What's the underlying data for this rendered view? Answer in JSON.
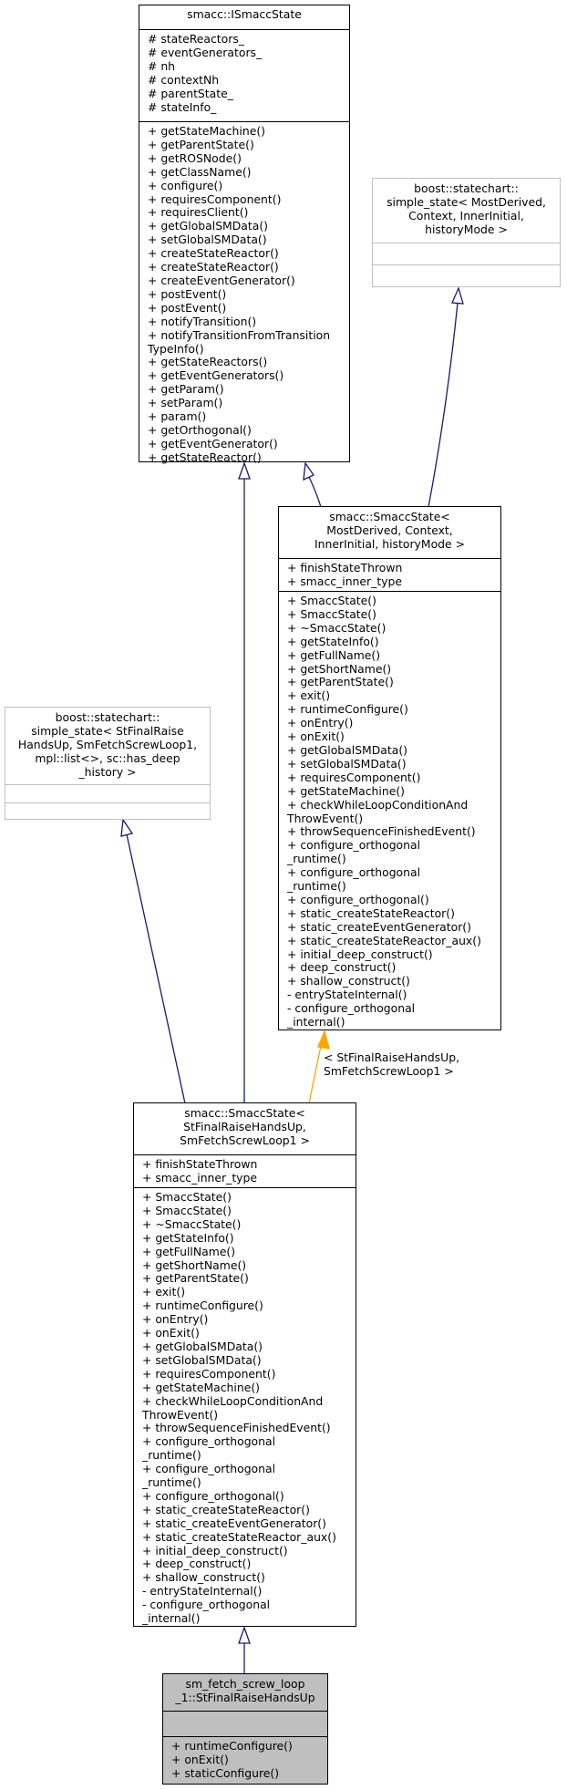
{
  "colors": {
    "inherit_edge": "#191970",
    "template_edge": "#ffa500",
    "focus_fill": "#bfbfbf",
    "external_border": "#bfbfbf"
  },
  "nodes": {
    "ismacc_state": {
      "title": [
        "smacc::ISmaccState"
      ],
      "attributes": [
        "# stateReactors_",
        "# eventGenerators_",
        "# nh",
        "# contextNh",
        "# parentState_",
        "# stateInfo_"
      ],
      "methods": [
        "+ getStateMachine()",
        "+ getParentState()",
        "+ getROSNode()",
        "+ getClassName()",
        "+ configure()",
        "+ requiresComponent()",
        "+ requiresClient()",
        "+ getGlobalSMData()",
        "+ setGlobalSMData()",
        "+ createStateReactor()",
        "+ createStateReactor()",
        "+ createEventGenerator()",
        "+ postEvent()",
        "+ postEvent()",
        "+ notifyTransition()",
        "+ notifyTransitionFromTransition",
        "TypeInfo()",
        "+ getStateReactors()",
        "+ getEventGenerators()",
        "+ getParam()",
        "+ setParam()",
        "+ param()",
        "+ getOrthogonal()",
        "+ getEventGenerator()",
        "+ getStateReactor()"
      ]
    },
    "boost_simple_state_generic": {
      "title": [
        "boost::statechart::",
        "simple_state< MostDerived,",
        "Context, InnerInitial,",
        "historyMode >"
      ]
    },
    "smacc_state_generic": {
      "title": [
        "smacc::SmaccState<",
        "MostDerived, Context,",
        "InnerInitial, historyMode >"
      ],
      "attributes": [
        "+ finishStateThrown",
        "+ smacc_inner_type"
      ],
      "methods": [
        "+ SmaccState()",
        "+ SmaccState()",
        "+ ~SmaccState()",
        "+ getStateInfo()",
        "+ getFullName()",
        "+ getShortName()",
        "+ getParentState()",
        "+ exit()",
        "+ runtimeConfigure()",
        "+ onEntry()",
        "+ onExit()",
        "+ getGlobalSMData()",
        "+ setGlobalSMData()",
        "+ requiresComponent()",
        "+ getStateMachine()",
        "+ checkWhileLoopConditionAnd",
        "ThrowEvent()",
        "+ throwSequenceFinishedEvent()",
        "+ configure_orthogonal",
        "_runtime()",
        "+ configure_orthogonal",
        "_runtime()",
        "+ configure_orthogonal()",
        "+ static_createStateReactor()",
        "+ static_createEventGenerator()",
        "+ static_createStateReactor_aux()",
        "+ initial_deep_construct()",
        "+ deep_construct()",
        "+ shallow_construct()",
        "- entryStateInternal()",
        "- configure_orthogonal",
        "_internal()"
      ]
    },
    "boost_simple_state_specific": {
      "title": [
        "boost::statechart::",
        "simple_state< StFinalRaise",
        "HandsUp, SmFetchScrewLoop1,",
        "mpl::list<>, sc::has_deep",
        "_history >"
      ]
    },
    "smacc_state_specific": {
      "title": [
        "smacc::SmaccState<",
        "StFinalRaiseHandsUp,",
        "SmFetchScrewLoop1 >"
      ],
      "attributes": [
        "+ finishStateThrown",
        "+ smacc_inner_type"
      ],
      "methods": [
        "+ SmaccState()",
        "+ SmaccState()",
        "+ ~SmaccState()",
        "+ getStateInfo()",
        "+ getFullName()",
        "+ getShortName()",
        "+ getParentState()",
        "+ exit()",
        "+ runtimeConfigure()",
        "+ onEntry()",
        "+ onExit()",
        "+ getGlobalSMData()",
        "+ setGlobalSMData()",
        "+ requiresComponent()",
        "+ getStateMachine()",
        "+ checkWhileLoopConditionAnd",
        "ThrowEvent()",
        "+ throwSequenceFinishedEvent()",
        "+ configure_orthogonal",
        "_runtime()",
        "+ configure_orthogonal",
        "_runtime()",
        "+ configure_orthogonal()",
        "+ static_createStateReactor()",
        "+ static_createEventGenerator()",
        "+ static_createStateReactor_aux()",
        "+ initial_deep_construct()",
        "+ deep_construct()",
        "+ shallow_construct()",
        "- entryStateInternal()",
        "- configure_orthogonal",
        "_internal()"
      ]
    },
    "st_final_raise_hands_up": {
      "title": [
        "sm_fetch_screw_loop",
        "_1::StFinalRaiseHandsUp"
      ],
      "methods": [
        "+ runtimeConfigure()",
        "+ onExit()",
        "+ staticConfigure()"
      ]
    }
  },
  "template_edge_label": [
    "< StFinalRaiseHandsUp,",
    "SmFetchScrewLoop1 >"
  ]
}
